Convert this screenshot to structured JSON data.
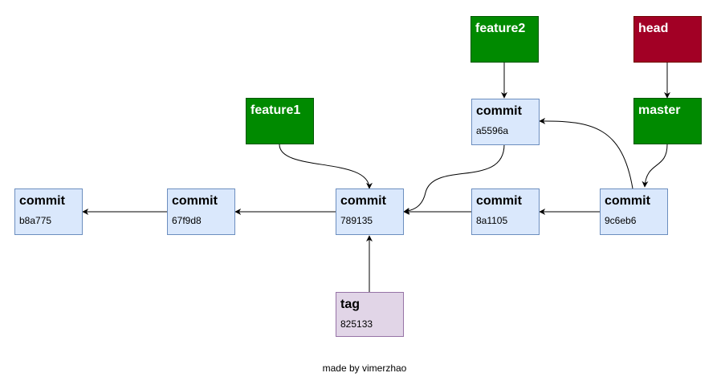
{
  "commits": [
    {
      "label": "commit",
      "hash": "b8a775"
    },
    {
      "label": "commit",
      "hash": "67f9d8"
    },
    {
      "label": "commit",
      "hash": "789135"
    },
    {
      "label": "commit",
      "hash": "8a1105"
    },
    {
      "label": "commit",
      "hash": "9c6eb6"
    },
    {
      "label": "commit",
      "hash": "a5596a"
    }
  ],
  "tag": {
    "label": "tag",
    "hash": "825133"
  },
  "branches": {
    "feature1": "feature1",
    "feature2": "feature2",
    "master": "master"
  },
  "head": "head",
  "footer": "made by vimerzhao",
  "colors": {
    "commit_fill": "#dae8fc",
    "commit_border": "#6c8ebf",
    "tag_fill": "#e1d5e7",
    "tag_border": "#9673a6",
    "branch_fill": "#008a00",
    "head_fill": "#a20025"
  }
}
